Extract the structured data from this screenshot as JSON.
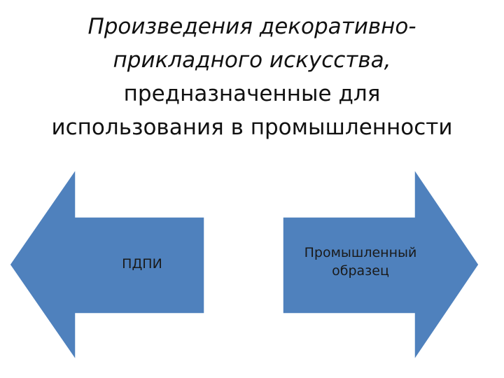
{
  "title": {
    "line1": "Произведения декоративно-",
    "line2": "прикладного искусства,",
    "line3": "предназначенные для",
    "line4": "использования в промышленности"
  },
  "arrows": {
    "left": {
      "label": "ПДПИ",
      "direction": "left"
    },
    "right": {
      "label": "Промышленный\nобразец",
      "direction": "right"
    }
  },
  "colors": {
    "arrow_fill": "#4F81BD",
    "arrow_stroke": "#ffffff"
  }
}
